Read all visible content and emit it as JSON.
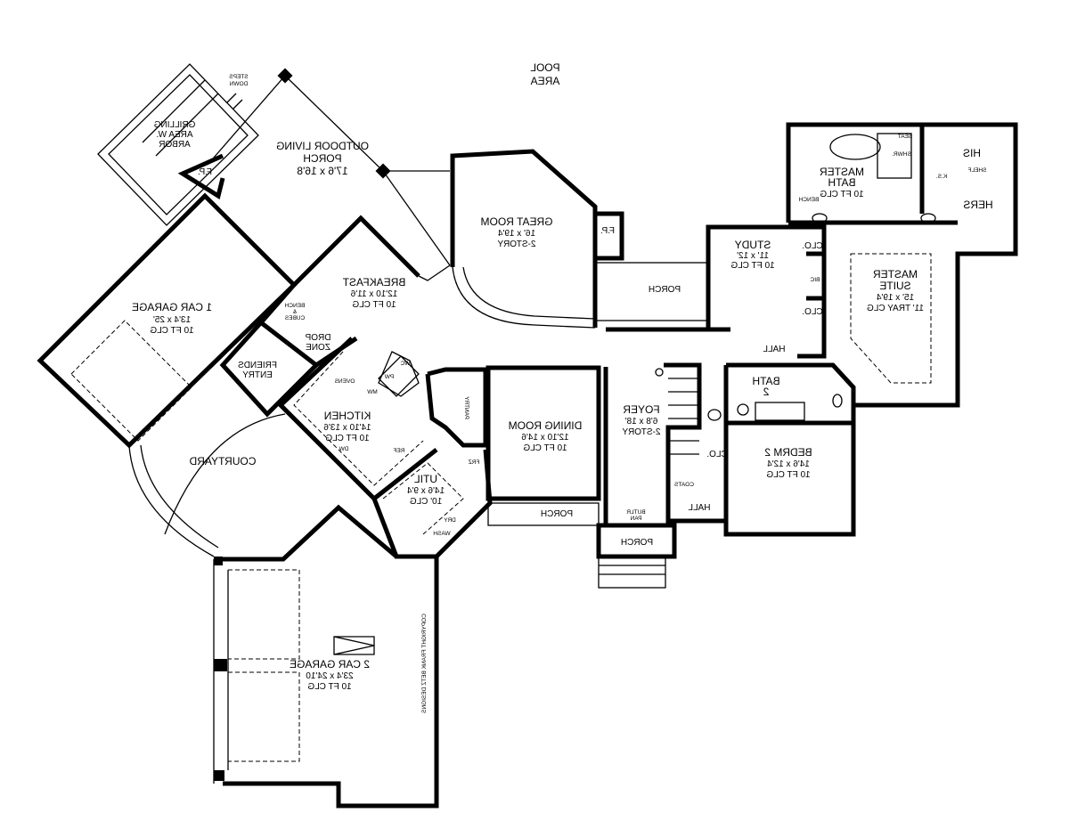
{
  "pool_area": [
    "POOL",
    "AREA"
  ],
  "rooms": {
    "outdoor_porch": [
      "OUTDOOR LIVING",
      "PORCH",
      "17'6 x 16'8"
    ],
    "grilling": [
      "GRILLING",
      "AREA W.",
      "ARBOR"
    ],
    "steps_down": [
      "STEPS",
      "DOWN"
    ],
    "fp": "F.P.",
    "one_car_garage": [
      "1 CAR GARAGE",
      "13'4 x 25'",
      "10 FT CLG"
    ],
    "breakfast": [
      "BREAKFAST",
      "12'10 x 11'6",
      "10 FT CLG"
    ],
    "bench_cubes": [
      "BENCH",
      "&",
      "CUBES"
    ],
    "drop_zone": [
      "DROP",
      "ZONE"
    ],
    "friends_entry": [
      "FRIENDS",
      "ENTRY"
    ],
    "ovens": "OVENS",
    "wc": "WC",
    "pw": "PW",
    "mw": "MW",
    "kitchen": [
      "KITCHEN",
      "14'10 x 13'6",
      "10 FT CLG"
    ],
    "dw": "DW",
    "ref": "REF",
    "courtyard": "COURTYARD",
    "util": [
      "UTIL",
      "14'6 x 9'4",
      "10' CLG"
    ],
    "frz": "FRZ",
    "dry": "DRY",
    "wash": "WASH",
    "pantry": "PANTRY",
    "great_room": [
      "GREAT ROOM",
      "16' x 19'4",
      "2-STORY"
    ],
    "porch": "PORCH",
    "study": [
      "STUDY",
      "11' x 12'",
      "10 FT CLG"
    ],
    "clo": "CLO.",
    "bic": "BIC",
    "master_bath": [
      "MASTER",
      "BATH",
      "10 FT CLG"
    ],
    "seat": "SEAT",
    "shwr": "SHWR.",
    "his": "HIS",
    "hers": "HERS",
    "shelf": "SHELF",
    "ks": "K.S.",
    "bench": "BENCH",
    "master_suite": [
      "MASTER",
      "SUITE",
      "15' x 19'4",
      "11' TRAY CLG"
    ],
    "hall": "HALL",
    "bath2": [
      "BATH",
      "2"
    ],
    "foyer": [
      "FOYER",
      "6'8 x 18'",
      "2-STORY"
    ],
    "dining": [
      "DINING ROOM",
      "12'10 x 14'6",
      "10 FT CLG"
    ],
    "bedrm2": [
      "BEDRM 2",
      "14'6 x 12'4",
      "10 FT CLG"
    ],
    "coats": "COATS",
    "butlr_pan": [
      "BUTLR",
      "PAN"
    ],
    "two_car_garage": [
      "2 CAR GARAGE",
      "23'4 x 24'10",
      "10 FT CLG"
    ],
    "copyright": "COPYRIGHT FRANK BETZ DESIGNS"
  }
}
